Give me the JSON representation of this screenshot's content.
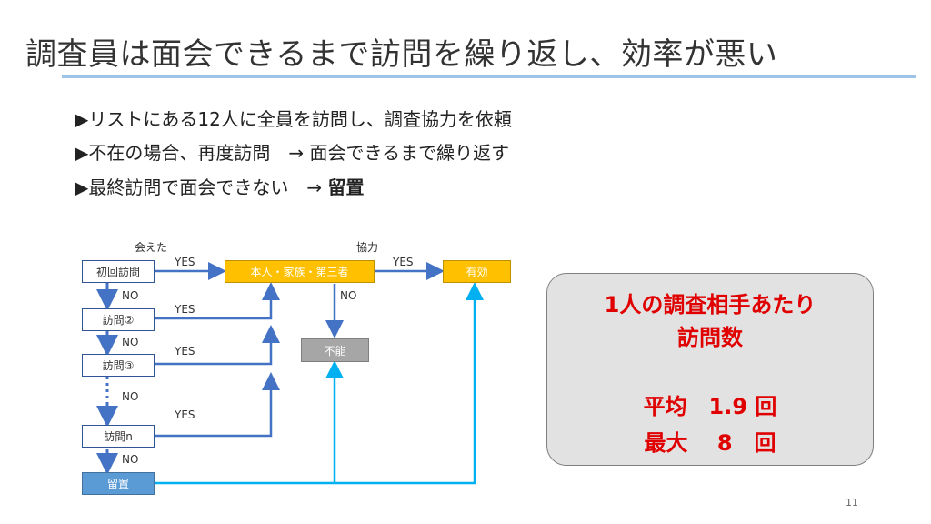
{
  "title": "調査員は面会できるまで訪問を繰り返し、効率が悪い",
  "bullets": [
    {
      "marker": "▶",
      "text": "リストにある12人に全員を訪問し、調査協力を依頼"
    },
    {
      "marker": "▶",
      "text": "不在の場合、再度訪問　→ 面会できるまで繰り返す"
    },
    {
      "marker": "▶",
      "text": "最終訪問で面会できない　→",
      "bold": "留置"
    }
  ],
  "flow": {
    "labels": {
      "met": "会えた",
      "cooperate": "協力",
      "yes": "YES",
      "no": "NO"
    },
    "nodes": {
      "first": "初回訪問",
      "second": "訪問②",
      "third": "訪問③",
      "nth": "訪問n",
      "leave": "留置",
      "person": "本人・家族・第三者",
      "valid": "有効",
      "impossible": "不能"
    }
  },
  "summary": {
    "line1": "1人の調査相手あたり",
    "line2": "訪問数",
    "avg": "平均　1.9 回",
    "max": "最大　 8　回"
  },
  "page_number": "11",
  "colors": {
    "accent_rule": "#9dc3e6",
    "arrow_blue": "#4472c4",
    "arrow_cyan": "#00b0f0",
    "summary_text": "#e00000"
  }
}
